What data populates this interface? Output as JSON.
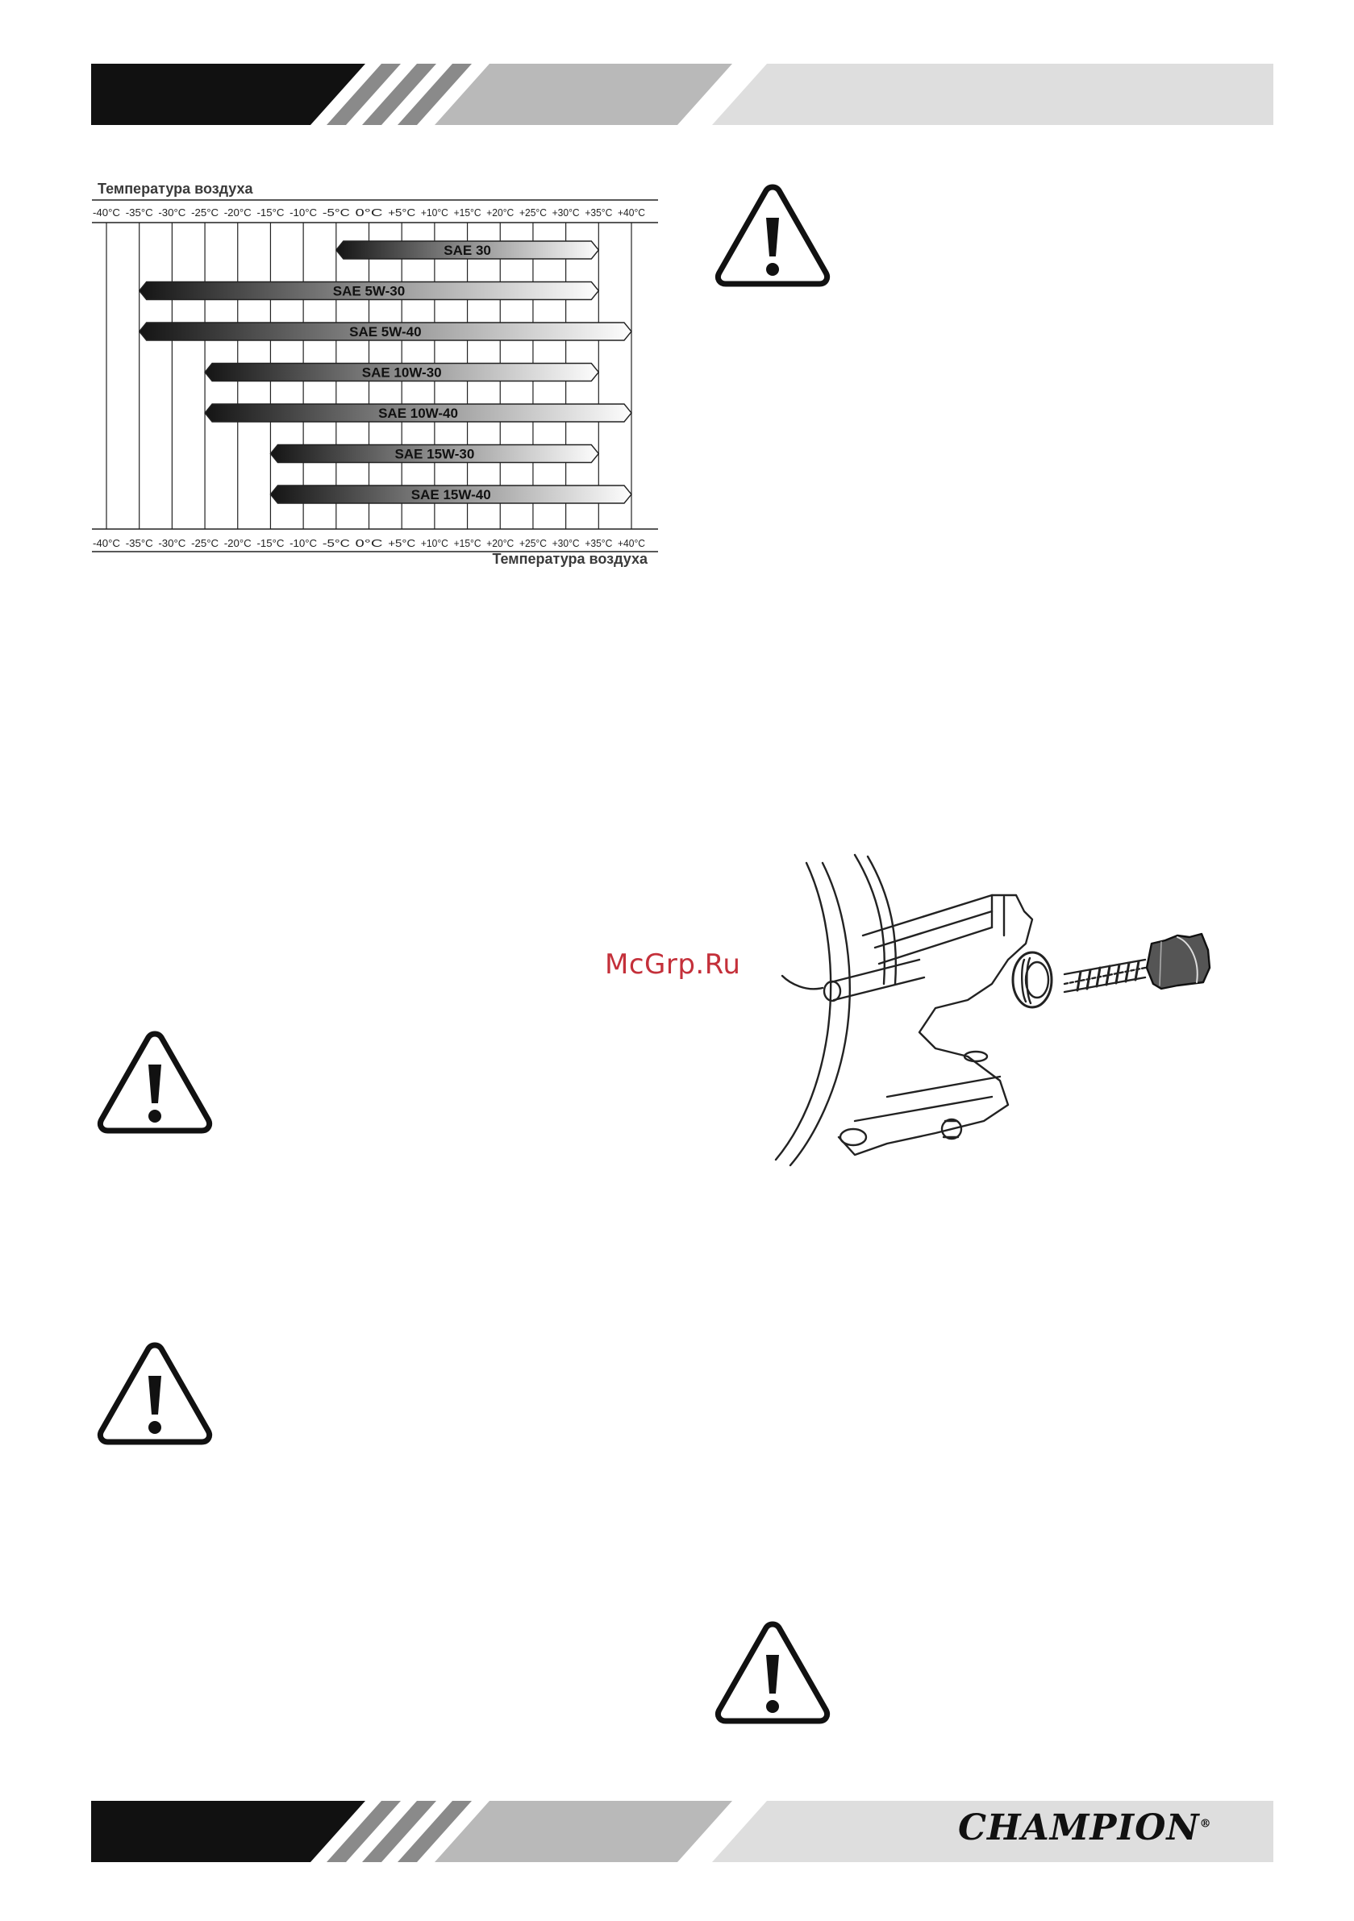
{
  "chart_data": {
    "type": "range-bar",
    "title": "Температура воздуха",
    "xlabel": "Температура воздуха",
    "x_unit": "°C",
    "xlim": [
      -40,
      40
    ],
    "ticks": [
      "-40°C",
      "-35°C",
      "-30°C",
      "-25°C",
      "-20°C",
      "-15°C",
      "-10°C",
      "-5°C",
      "0°C",
      "+5°C",
      "+10°C",
      "+15°C",
      "+20°C",
      "+25°C",
      "+30°C",
      "+35°C",
      "+40°C"
    ],
    "series": [
      {
        "name": "SAE 30",
        "min": -5,
        "max": 35
      },
      {
        "name": "SAE 5W-30",
        "min": -35,
        "max": 35
      },
      {
        "name": "SAE 5W-40",
        "min": -35,
        "max": 40
      },
      {
        "name": "SAE 10W-30",
        "min": -25,
        "max": 35
      },
      {
        "name": "SAE 10W-40",
        "min": -25,
        "max": 40
      },
      {
        "name": "SAE 15W-30",
        "min": -15,
        "max": 35
      },
      {
        "name": "SAE 15W-40",
        "min": -15,
        "max": 40
      }
    ]
  },
  "watermark": "McGrp.Ru",
  "footer": {
    "brand": "CHAMPION",
    "registered": "®"
  },
  "icons": [
    "warning-icon",
    "oil-dipstick-illustration"
  ]
}
